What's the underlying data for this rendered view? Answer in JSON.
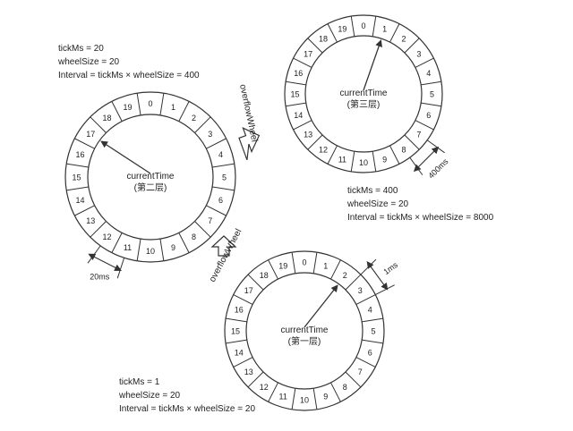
{
  "wheels": [
    {
      "id": "level2",
      "current_time": "currentTime",
      "layer_label": "(第二层)",
      "pointer_slot": 17,
      "slot_count": 20,
      "params": [
        "tickMs = 20",
        "wheelSize = 20",
        "Interval = tickMs × wheelSize = 400"
      ],
      "span_label": "20ms"
    },
    {
      "id": "level3",
      "current_time": "currentTime",
      "layer_label": "(第三层)",
      "pointer_slot": 1,
      "slot_count": 20,
      "params": [
        "tickMs = 400",
        "wheelSize = 20",
        "Interval = tickMs × wheelSize = 8000"
      ],
      "span_label": "400ms"
    },
    {
      "id": "level1",
      "current_time": "currentTime",
      "layer_label": "(第一层)",
      "pointer_slot": 2,
      "slot_count": 20,
      "params": [
        "tickMs = 1",
        "wheelSize = 20",
        "Interval = tickMs × wheelSize = 20"
      ],
      "span_label": "1ms"
    }
  ],
  "overflow_labels": {
    "l2_to_l3": "overflowWheel",
    "l1_to_l2": "overflowWheel"
  },
  "colors": {
    "line": "#333333",
    "text": "#222222"
  }
}
